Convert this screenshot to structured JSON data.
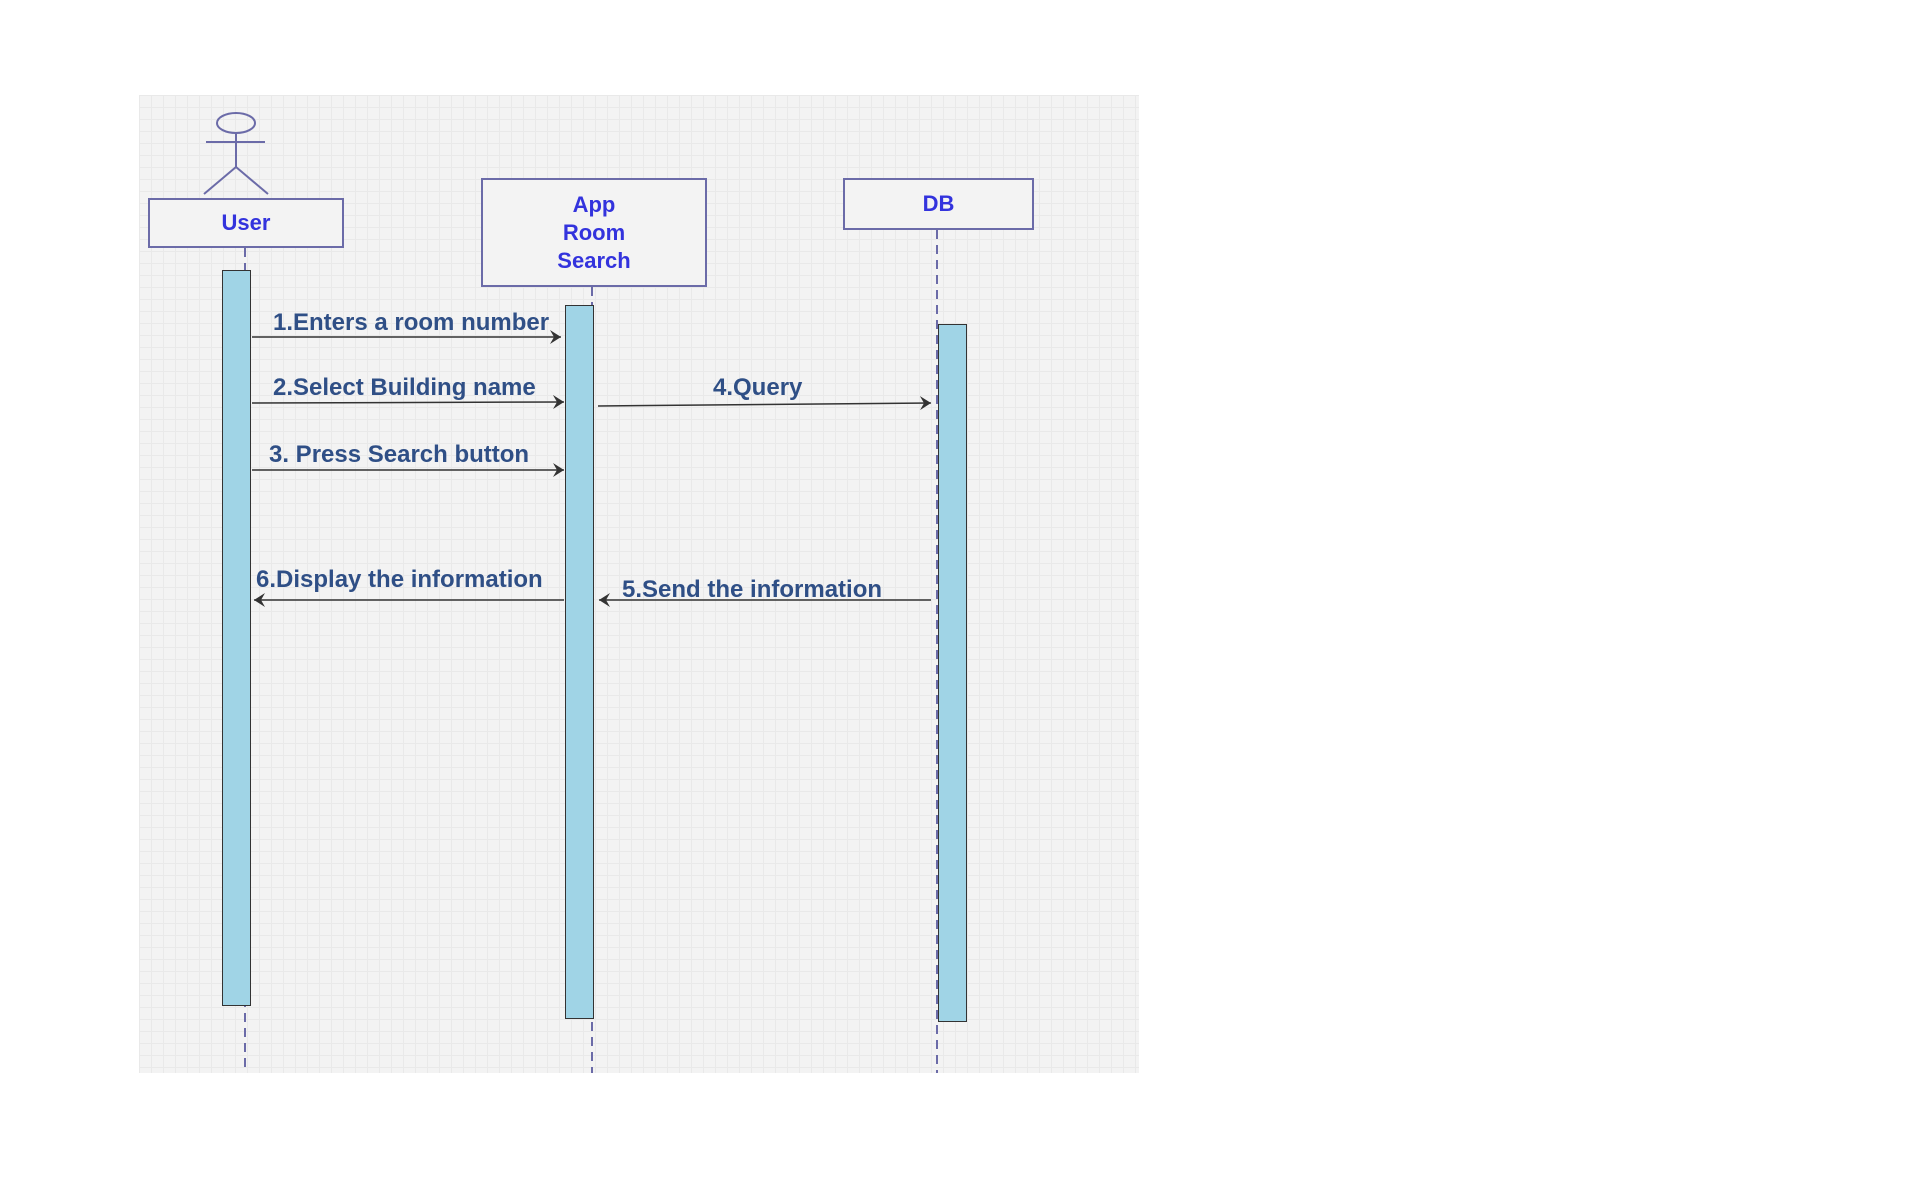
{
  "diagram": {
    "type": "sequence",
    "participants": [
      {
        "id": "user",
        "label": "User",
        "kind": "actor"
      },
      {
        "id": "app",
        "label": "App\nRoom\nSearch",
        "kind": "object"
      },
      {
        "id": "db",
        "label": "DB",
        "kind": "object"
      }
    ],
    "messages": [
      {
        "from": "user",
        "to": "app",
        "label": "1.Enters a room number",
        "style": "solid"
      },
      {
        "from": "user",
        "to": "app",
        "label": "2.Select Building name",
        "style": "solid"
      },
      {
        "from": "user",
        "to": "app",
        "label": "3. Press Search button",
        "style": "solid"
      },
      {
        "from": "app",
        "to": "db",
        "label": "4.Query",
        "style": "solid"
      },
      {
        "from": "db",
        "to": "app",
        "label": "5.Send the information",
        "style": "solid"
      },
      {
        "from": "app",
        "to": "user",
        "label": "6.Display the information",
        "style": "solid"
      }
    ]
  },
  "colors": {
    "canvas": "#f3f3f3",
    "lifeline_border": "#6b6ba8",
    "participant_text": "#3333dd",
    "activation_fill": "#a0d4e6",
    "message_text": "#2f4f86",
    "arrow": "#333333"
  }
}
